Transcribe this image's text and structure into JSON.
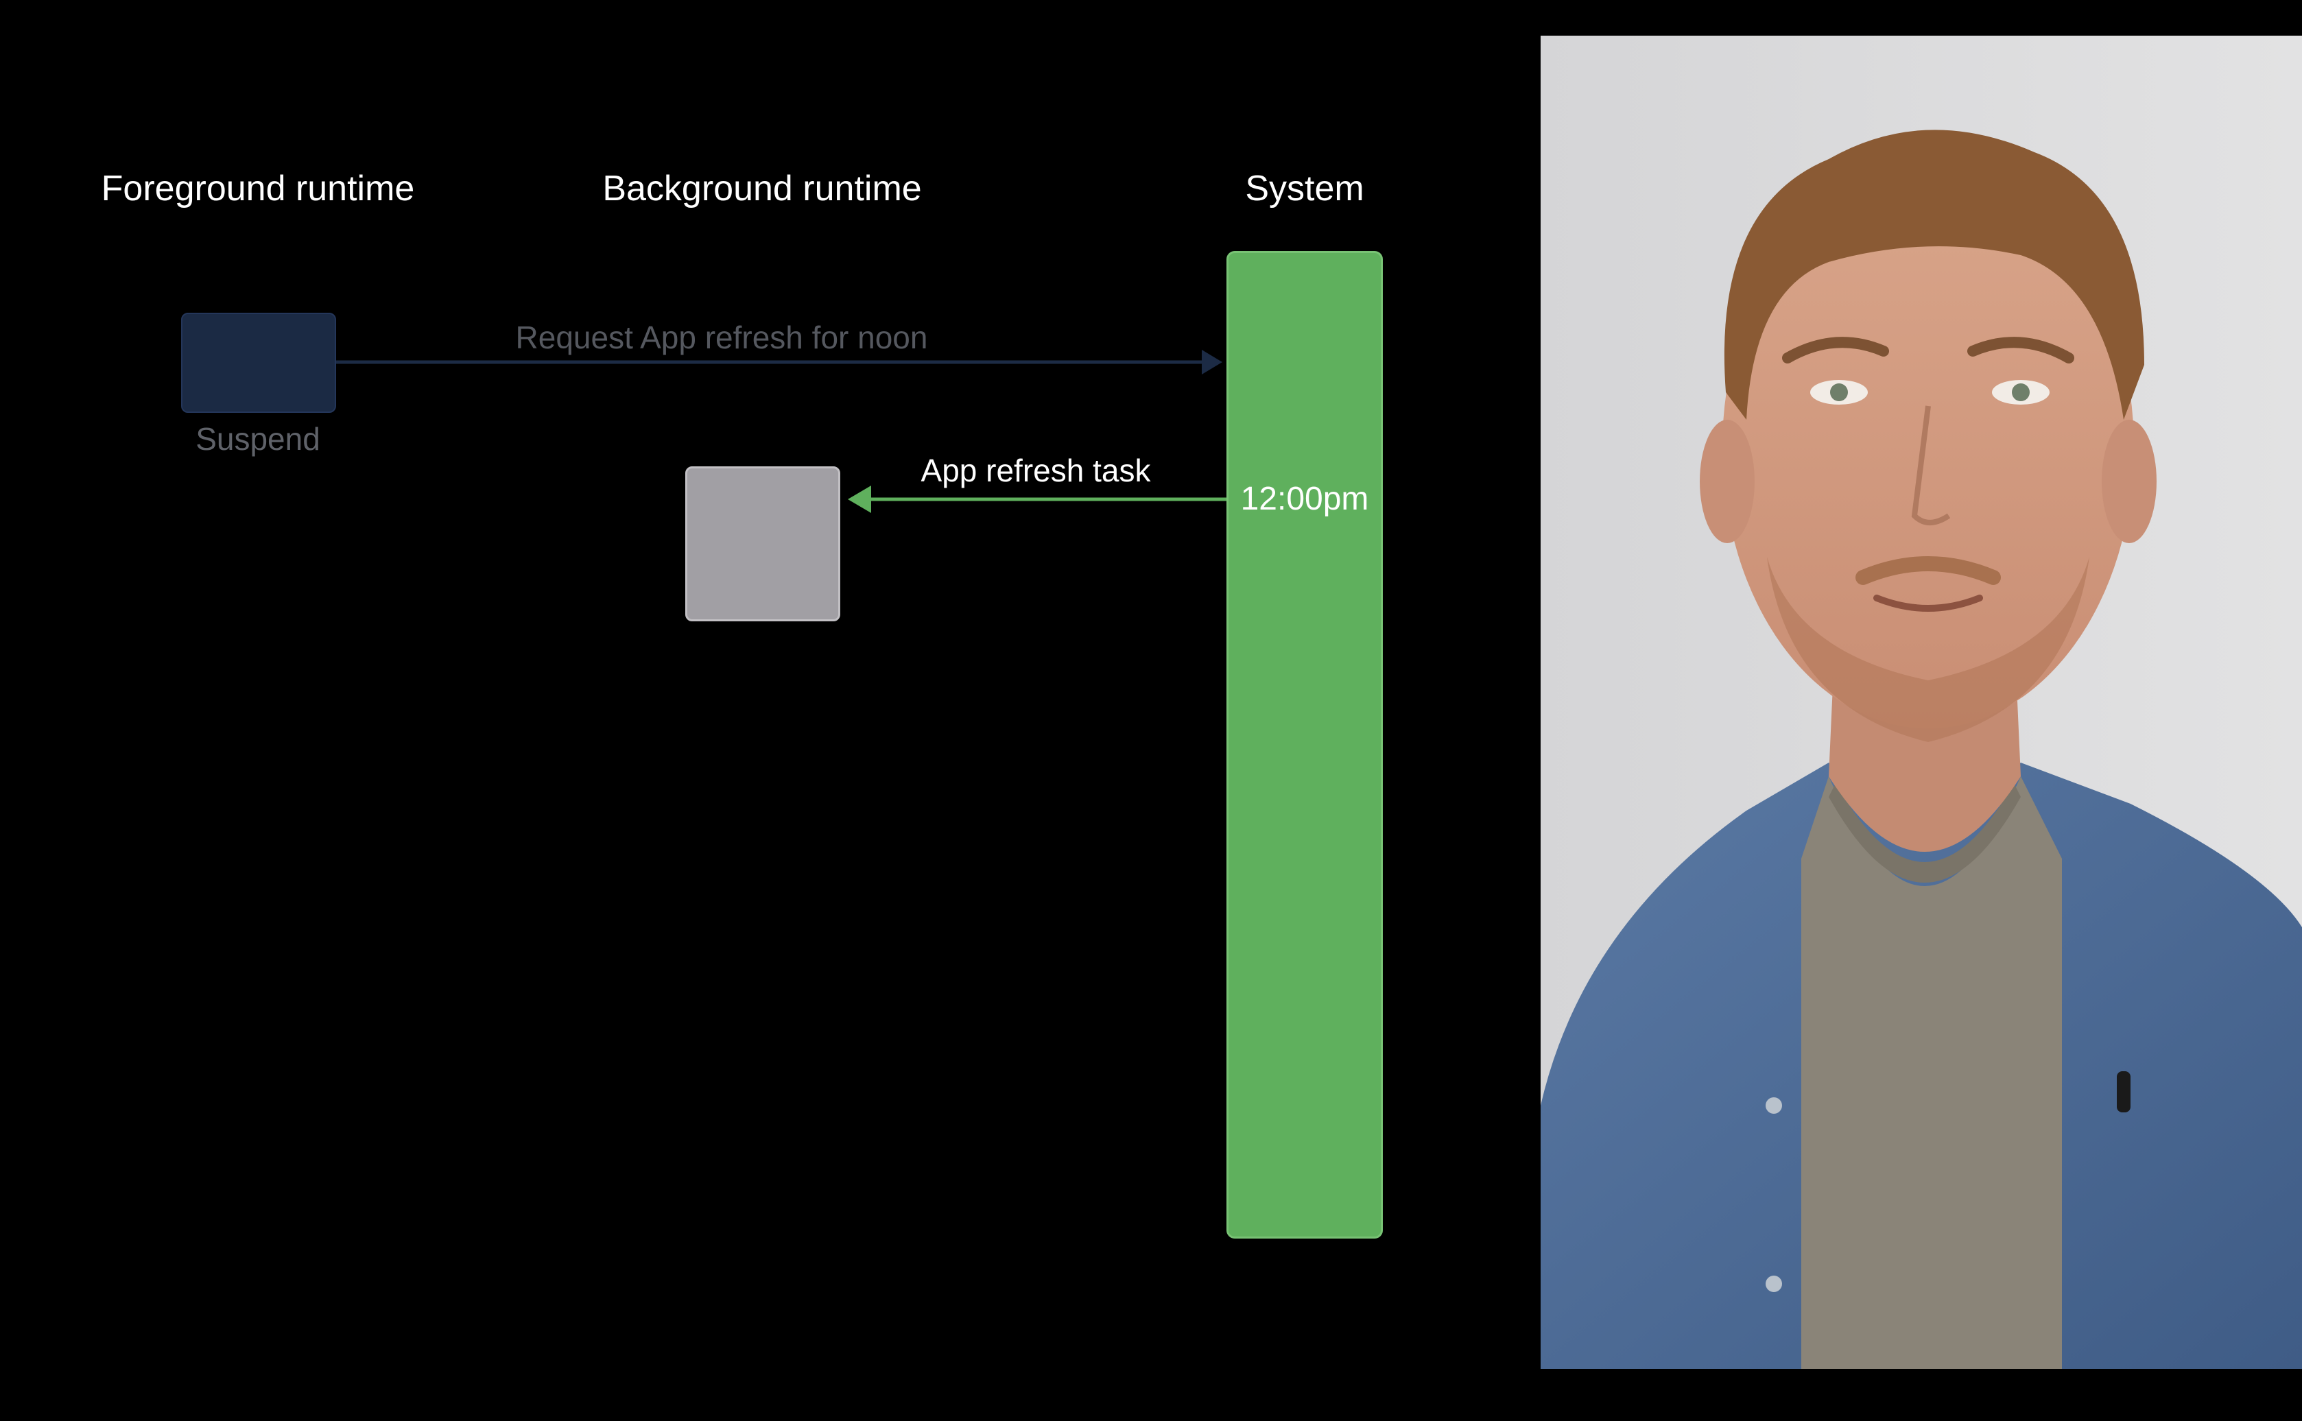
{
  "diagram": {
    "columns": [
      {
        "id": "foreground",
        "title": "Foreground runtime"
      },
      {
        "id": "background",
        "title": "Background runtime"
      },
      {
        "id": "system",
        "title": "System"
      }
    ],
    "nodes": {
      "foreground_state": {
        "label": "Suspend",
        "color": "#1b2a44"
      },
      "background_state": {
        "label": "",
        "color": "#a19fa4"
      },
      "system_timeline": {
        "color": "#5fb05d"
      }
    },
    "edges": [
      {
        "from": "foreground",
        "to": "system",
        "label": "Request App refresh for noon",
        "color": "#1c2b45"
      },
      {
        "from": "system",
        "to": "background",
        "label": "App refresh task",
        "color": "#5fb05d"
      }
    ],
    "event_time": "12:00pm"
  },
  "presenter_video": {
    "background_color": "#dcdcdd",
    "shirt_color": "#4f6f9b"
  }
}
